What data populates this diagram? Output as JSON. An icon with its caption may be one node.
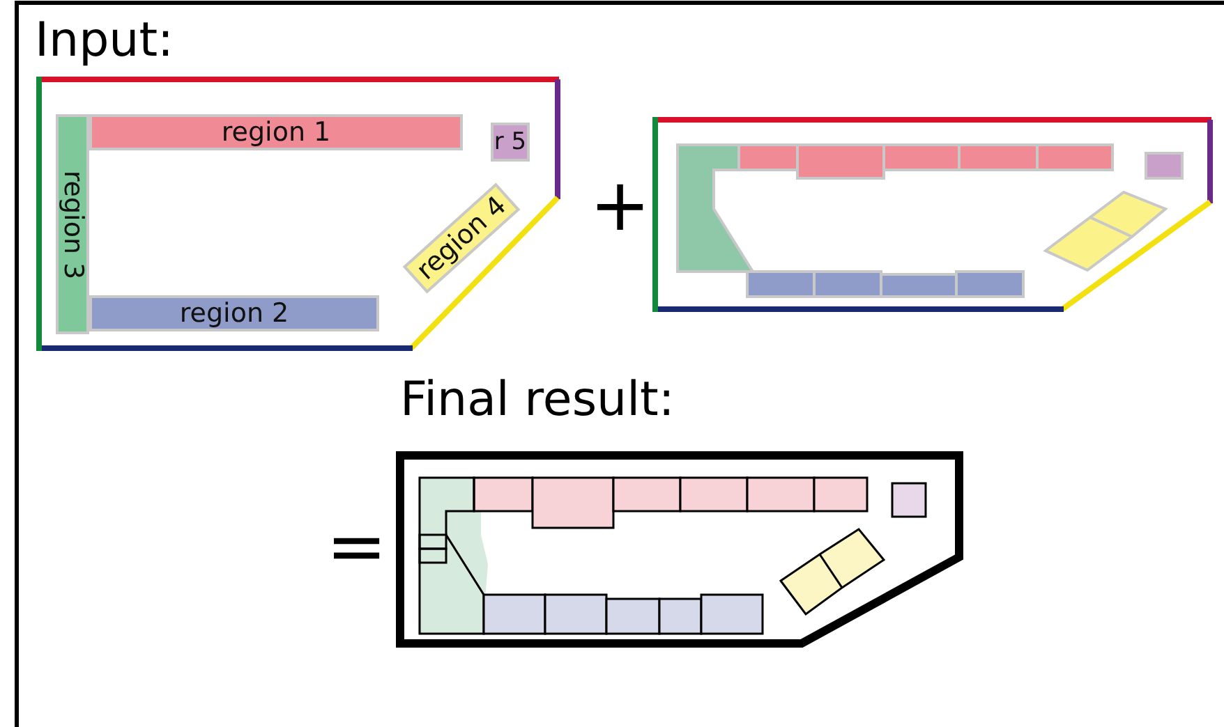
{
  "diagram": {
    "nodes": [
      {
        "text": [
          "region 1"
        ]
      },
      {
        "text": [
          "r 5"
        ]
      },
      {
        "text": [
          "region 3"
        ]
      },
      {
        "text": [
          "region 4"
        ]
      },
      {
        "text": [
          "region 2"
        ]
      }
    ],
    "labels": [
      "Input:",
      "+",
      "Final result:",
      "="
    ]
  }
}
